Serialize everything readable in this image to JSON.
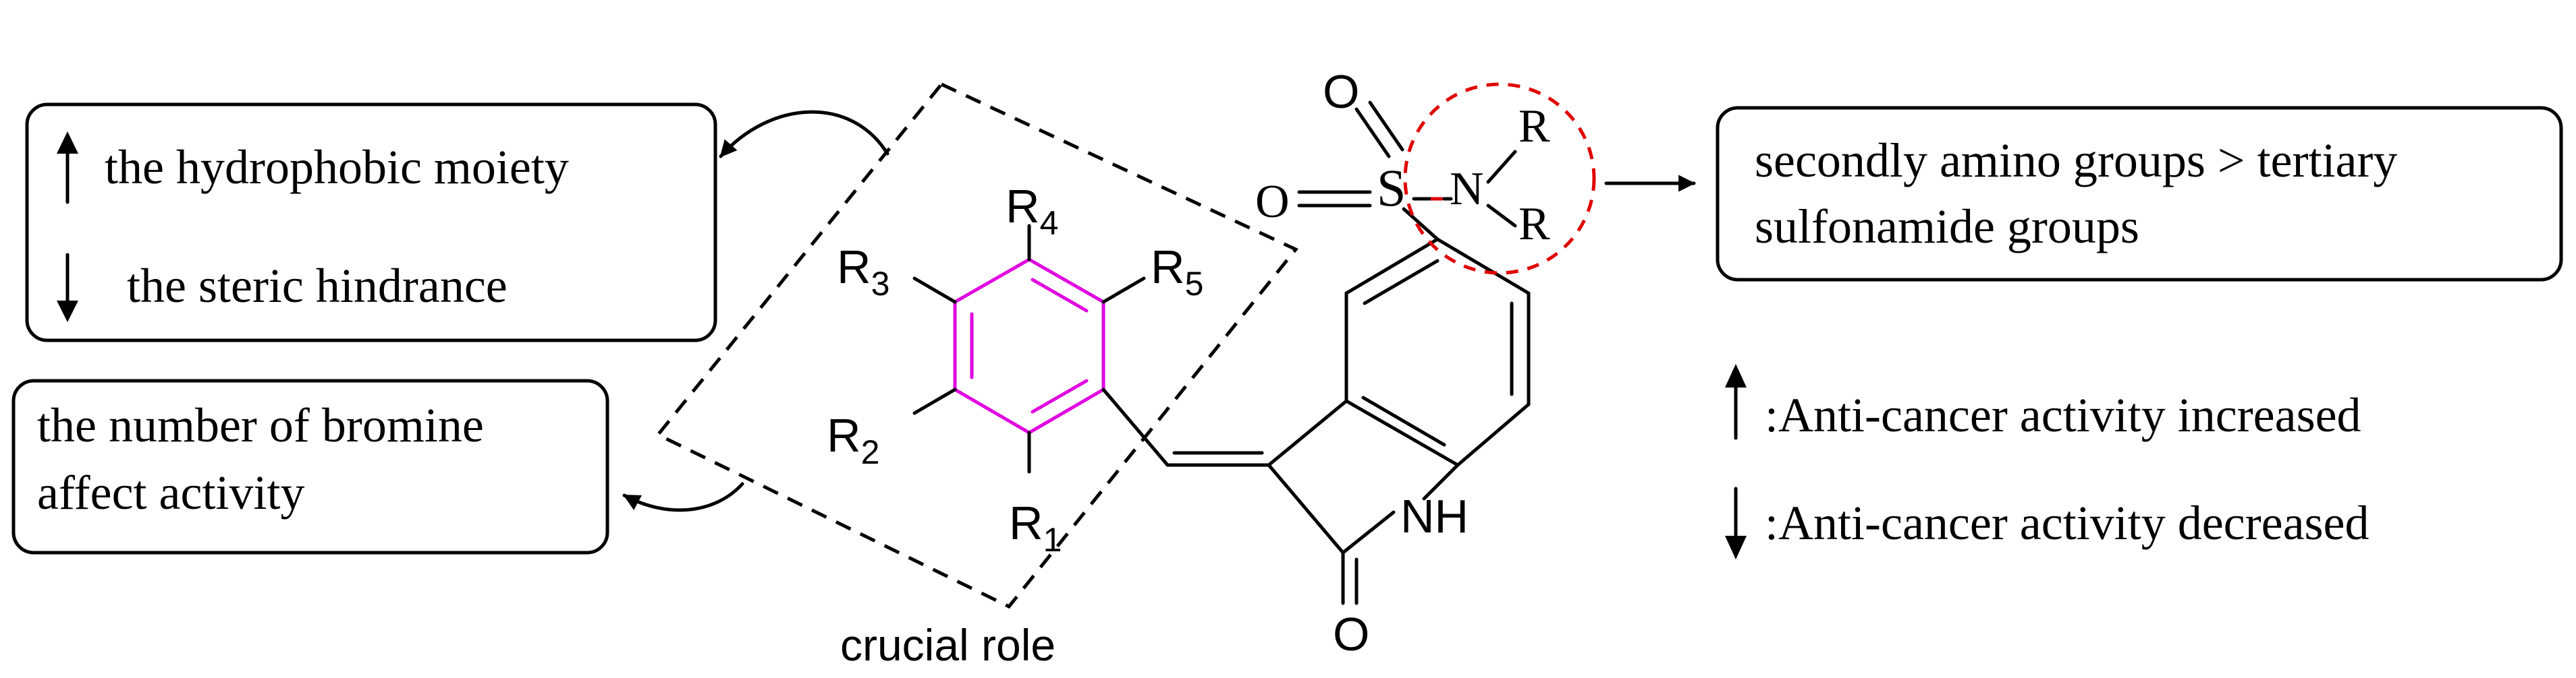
{
  "colors": {
    "ring_highlight": "#e000e0",
    "focus_circle": "#e00000",
    "text": "#000000"
  },
  "left_boxes": {
    "hydrophobic": {
      "up_label": "the hydrophobic  moiety",
      "down_label": "the steric hindrance"
    },
    "bromine": {
      "line1": "the number of bromine",
      "line2": "affect  activity"
    }
  },
  "right_box": {
    "line1": "secondly amino groups > tertiary",
    "line2": "sulfonamide groups"
  },
  "dashed_region": {
    "label": "crucial role"
  },
  "legend": {
    "increased": ":Anti-cancer activity increased",
    "decreased": ":Anti-cancer activity decreased",
    "increased_icon": "arrow-up-icon",
    "decreased_icon": "arrow-down-icon"
  },
  "molecule": {
    "substituents": {
      "r1": {
        "base": "R",
        "sub": "1"
      },
      "r2": {
        "base": "R",
        "sub": "2"
      },
      "r3": {
        "base": "R",
        "sub": "3"
      },
      "r4": {
        "base": "R",
        "sub": "4"
      },
      "r5": {
        "base": "R",
        "sub": "5"
      }
    },
    "sulfonamide": {
      "sulfur": "S",
      "oxygen_top": "O",
      "oxygen_left": "O",
      "nitrogen": "N",
      "r_top": "R",
      "r_bottom": "R"
    },
    "oxindole": {
      "nh": "NH",
      "carbonyl_o": "O"
    }
  }
}
